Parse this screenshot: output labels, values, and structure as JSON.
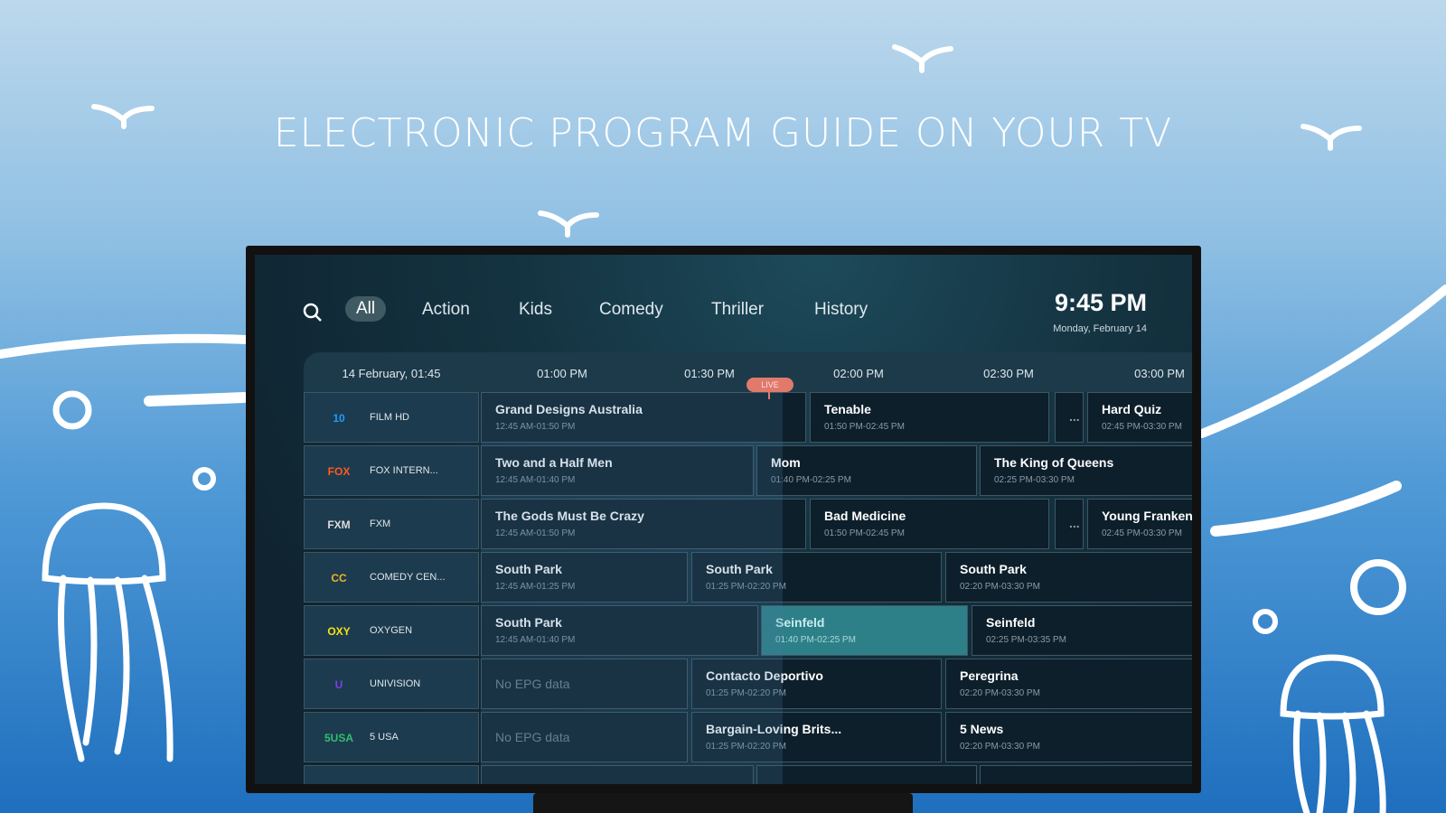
{
  "headline": "ELECTRONIC PROGRAM GUIDE ON YOUR TV",
  "nav": {
    "categories": [
      "All",
      "Action",
      "Kids",
      "Comedy",
      "Thriller",
      "History"
    ],
    "active": "All"
  },
  "clock": {
    "time": "9:45 PM",
    "date": "Monday, February 14"
  },
  "timeline": {
    "date_label": "14 February, 01:45",
    "times": [
      "01:00 PM",
      "01:30 PM",
      "02:00 PM",
      "02:30 PM",
      "03:00 PM"
    ],
    "live_label": "LIVE"
  },
  "channels": [
    {
      "name": "FILM HD",
      "logo": "10",
      "logo_color": "#1e9bff",
      "programs": [
        {
          "title": "Grand Designs Australia",
          "time": "12:45 AM-01:50 PM"
        },
        {
          "title": "Tenable",
          "time": "01:50 PM-02:45 PM"
        },
        {
          "title": "...",
          "time": ""
        },
        {
          "title": "Hard Quiz",
          "time": "02:45 PM-03:30 PM"
        }
      ]
    },
    {
      "name": "FOX INTERN...",
      "logo": "FOX",
      "logo_color": "#ff5a1f",
      "programs": [
        {
          "title": "Two and a Half Men",
          "time": "12:45 AM-01:40 PM"
        },
        {
          "title": "Mom",
          "time": "01:40 PM-02:25 PM"
        },
        {
          "title": "The King of Queens",
          "time": "02:25 PM-03:30 PM"
        }
      ]
    },
    {
      "name": "FXM",
      "logo": "FXM",
      "logo_color": "#dddddd",
      "programs": [
        {
          "title": "The Gods Must Be Crazy",
          "time": "12:45 AM-01:50 PM"
        },
        {
          "title": "Bad Medicine",
          "time": "01:50 PM-02:45 PM"
        },
        {
          "title": "...",
          "time": ""
        },
        {
          "title": "Young Frankenstein",
          "time": "02:45 PM-03:30 PM"
        }
      ]
    },
    {
      "name": "COMEDY CEN...",
      "logo": "CC",
      "logo_color": "#f0b429",
      "programs": [
        {
          "title": "South Park",
          "time": "12:45 AM-01:25 PM"
        },
        {
          "title": "South Park",
          "time": "01:25 PM-02:20 PM"
        },
        {
          "title": "South Park",
          "time": "02:20 PM-03:30 PM"
        }
      ]
    },
    {
      "name": "OXYGEN",
      "logo": "OXY",
      "logo_color": "#f5e216",
      "programs": [
        {
          "title": "South Park",
          "time": "12:45 AM-01:40 PM"
        },
        {
          "title": "Seinfeld",
          "time": "01:40 PM-02:25 PM"
        },
        {
          "title": "Seinfeld",
          "time": "02:25 PM-03:35 PM"
        }
      ]
    },
    {
      "name": "UNIVISION",
      "logo": "U",
      "logo_color": "#7b3fe4",
      "programs": [
        {
          "title": "No EPG data",
          "time": ""
        },
        {
          "title": "Contacto Deportivo",
          "time": "01:25 PM-02:20 PM"
        },
        {
          "title": "Peregrina",
          "time": "02:20 PM-03:30 PM"
        }
      ]
    },
    {
      "name": "5 USA",
      "logo": "5USA",
      "logo_color": "#2fbf71",
      "programs": [
        {
          "title": "No EPG data",
          "time": ""
        },
        {
          "title": "Bargain-Loving Brits...",
          "time": "01:25 PM-02:20 PM"
        },
        {
          "title": "5 News",
          "time": "02:20 PM-03:30 PM"
        }
      ]
    }
  ]
}
